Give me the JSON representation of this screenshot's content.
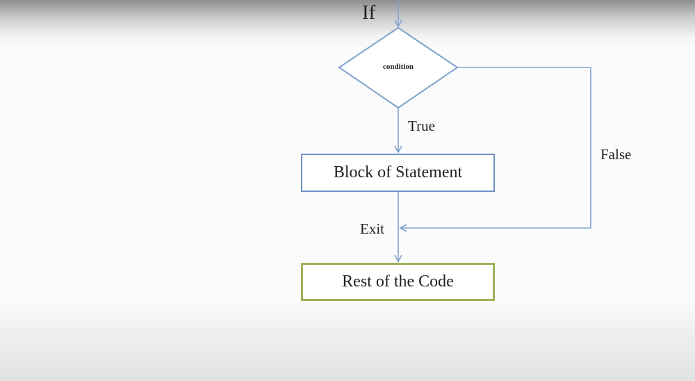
{
  "diagram": {
    "title": "If",
    "condition_label": "condition",
    "true_label": "True",
    "false_label": "False",
    "exit_label": "Exit",
    "block_label": "Block of Statement",
    "rest_label": "Rest of the Code"
  },
  "colors": {
    "connector": "#7fa1cf",
    "block_border": "#6f93c4",
    "rest_border": "#9bb15a"
  }
}
